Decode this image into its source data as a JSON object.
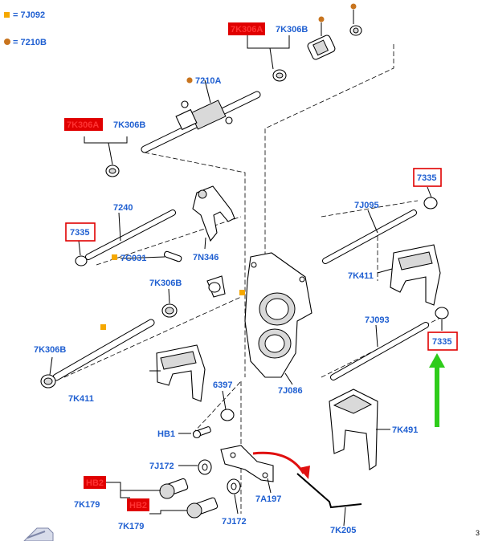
{
  "legend": {
    "square_label": "= 7J092",
    "dot_label": "= 7210B",
    "square_color": "#f5a800",
    "dot_color": "#c8741e"
  },
  "labels": {
    "p_7K306A_top": "7K306A",
    "p_7K306B_top": "7K306B",
    "p_7210A": "7210A",
    "p_7K306A_left": "7K306A",
    "p_7K306B_left": "7K306B",
    "p_7240": "7240",
    "p_7335_left": "7335",
    "p_7C031": "7C031",
    "p_7N346": "7N346",
    "p_7K306B_mid": "7K306B",
    "p_7K306B_low": "7K306B",
    "p_7K411_left": "7K411",
    "p_6397": "6397",
    "p_HB1": "HB1",
    "p_7J172_top": "7J172",
    "p_HB2_top": "HB2",
    "p_7K179_top": "7K179",
    "p_HB2_bottom": "HB2",
    "p_7K179_bottom": "7K179",
    "p_7J172_bottom": "7J172",
    "p_7A197": "7A197",
    "p_7K205": "7K205",
    "p_7J086": "7J086",
    "p_7335_top_right": "7335",
    "p_7J095": "7J095",
    "p_7K411_right": "7K411",
    "p_7J093": "7J093",
    "p_7335_right": "7335",
    "p_7K491": "7K491"
  },
  "page_number": "3",
  "colors": {
    "label_blue": "#1f5fd1",
    "highlight_red": "#e00000",
    "arrow_red": "#e01010",
    "arrow_green": "#2ecc1a"
  },
  "icons": {
    "legend_square": "orange-square-icon",
    "legend_dot": "brown-dot-icon",
    "corner_arrow": "corner-arrow-icon"
  }
}
